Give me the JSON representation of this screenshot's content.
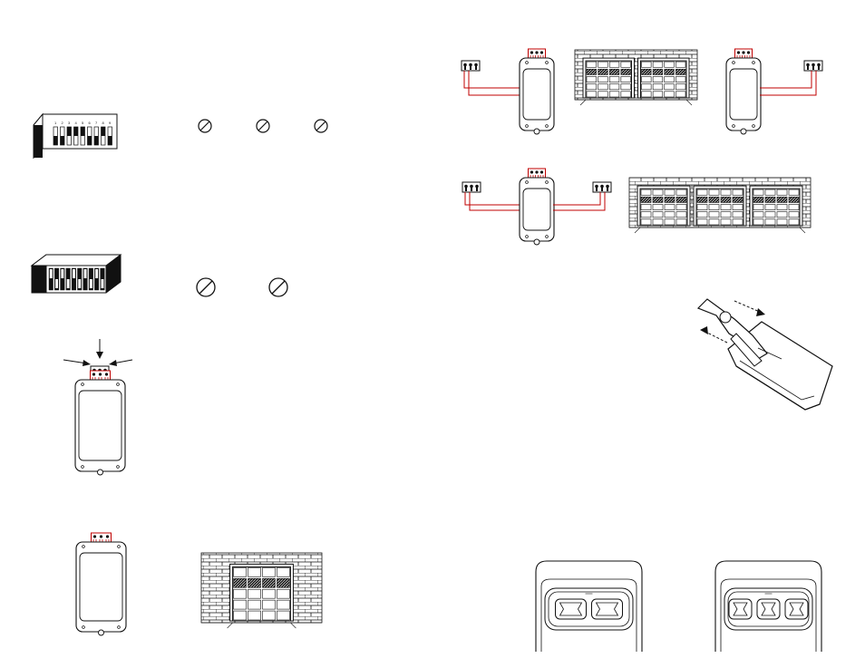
{
  "colors": {
    "line": "#111111",
    "wire": "#c00000",
    "terminal_fill": "#ffffff",
    "brick_bg": "#ffffff",
    "window_fill": "#222222",
    "switch_dark": "#111111"
  },
  "icons": {
    "prohibit": "circle-slash-icon",
    "terminal": "terminal-block-icon",
    "receiver": "receiver-unit-icon",
    "garage": "garage-door-icon",
    "remote": "remote-transmitter-icon"
  },
  "dip_switch_9": {
    "numbers": [
      "1",
      "2",
      "3",
      "4",
      "5",
      "6",
      "7",
      "8",
      "9"
    ],
    "positions": [
      "down",
      "down",
      "up",
      "up",
      "up",
      "down",
      "down",
      "up",
      "down"
    ]
  },
  "dip_switch_10": {
    "positions": [
      "up",
      "down",
      "up",
      "down",
      "up",
      "down",
      "up",
      "down",
      "up",
      "down"
    ]
  },
  "remotes": [
    {
      "buttons": 2
    },
    {
      "buttons": 3
    }
  ],
  "garages": [
    {
      "doors": 1
    },
    {
      "doors": 2
    },
    {
      "doors": 3
    }
  ]
}
